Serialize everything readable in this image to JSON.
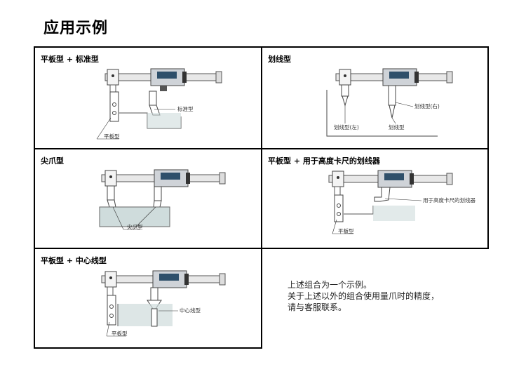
{
  "page": {
    "title": "应用示例"
  },
  "examples": [
    {
      "label": "平板型 + 标准型",
      "parts": [
        "标准型",
        "平板型"
      ]
    },
    {
      "label": "划线型",
      "parts": [
        "划线型(右)",
        "划线型(左)",
        "划线型"
      ]
    },
    {
      "label": "尖爪型",
      "parts": [
        "尖爪型"
      ]
    },
    {
      "label": "平板型 + 用于高度卡尺的划线器",
      "parts": [
        "用于高度卡尺的划线器",
        "平板型"
      ]
    },
    {
      "label": "平板型 + 中心线型",
      "parts": [
        "中心线型",
        "平板型"
      ]
    }
  ],
  "note": {
    "lines": [
      "上述组合为一个示例。",
      "关于上述以外的组合使用量爪时的精度，",
      "请与客服联系。"
    ]
  }
}
